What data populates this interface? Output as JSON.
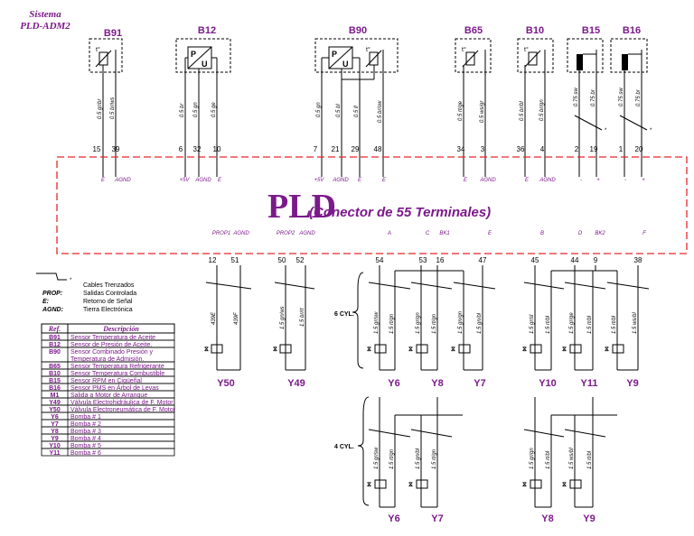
{
  "title": {
    "line1": "Sistema",
    "line2": "PLD-ADM2"
  },
  "components": [
    {
      "id": "B91",
      "pins": [
        {
          "no": "15",
          "wire": "0.5 gr/br",
          "sig": "E"
        },
        {
          "no": "39",
          "wire": "0.5 br/ws",
          "sig": "AGND"
        }
      ]
    },
    {
      "id": "B12",
      "pins": [
        {
          "no": "6",
          "wire": "0.5 br",
          "sig": "+5V"
        },
        {
          "no": "32",
          "wire": "0.5 gn",
          "sig": "AGND"
        },
        {
          "no": "10",
          "wire": "0.5 ge",
          "sig": "E"
        }
      ]
    },
    {
      "id": "B90",
      "pins": [
        {
          "no": "7",
          "wire": "0.5 gn",
          "sig": "+5V"
        },
        {
          "no": "21",
          "wire": "0.5 bl",
          "sig": "AGND"
        },
        {
          "no": "29",
          "wire": "0.5 ll",
          "sig": "E"
        },
        {
          "no": "48",
          "wire": "0.5 br/sw",
          "sig": "E"
        }
      ]
    },
    {
      "id": "B65",
      "pins": [
        {
          "no": "34",
          "wire": "0.5 rt/ge",
          "sig": "E"
        },
        {
          "no": "3",
          "wire": "0.5 ws/gr",
          "sig": "AGND"
        }
      ]
    },
    {
      "id": "B10",
      "pins": [
        {
          "no": "36",
          "wire": "0.5 br/bl",
          "sig": "E"
        },
        {
          "no": "4",
          "wire": "0.5 br/gn",
          "sig": "AGND"
        }
      ]
    },
    {
      "id": "B15",
      "pins": [
        {
          "no": "2",
          "wire": "0.75 sw",
          "sig": "-"
        },
        {
          "no": "19",
          "wire": "0.75 br",
          "sig": "+"
        }
      ]
    },
    {
      "id": "B16",
      "pins": [
        {
          "no": "1",
          "wire": "0.75 sw",
          "sig": "-"
        },
        {
          "no": "20",
          "wire": "0.75 br",
          "sig": "+"
        }
      ]
    }
  ],
  "connector": {
    "name": "PLD",
    "subtitle": "(Conector de 55 Terminales)"
  },
  "bottom_pins": [
    {
      "no": "12",
      "sig": "PROP1",
      "wire": "439E"
    },
    {
      "no": "51",
      "sig": "AGND",
      "wire": "439F"
    },
    {
      "no": "50",
      "sig": "PROP2",
      "wire": "1.5 gn/ws"
    },
    {
      "no": "52",
      "sig": "AGND",
      "wire": "1.5 br/rt"
    },
    {
      "no": "54",
      "sig": "A"
    },
    {
      "no": "53",
      "sig": "C"
    },
    {
      "no": "16",
      "sig": "BK1"
    },
    {
      "no": "47",
      "sig": "E"
    },
    {
      "no": "45",
      "sig": "B"
    },
    {
      "no": "44",
      "sig": "D"
    },
    {
      "no": "9",
      "sig": "BK2"
    },
    {
      "no": "38",
      "sig": "F"
    }
  ],
  "six_cyl": {
    "label": "6 CYL.",
    "wires": [
      "1.5 gr/sw",
      "1.5 rt/gn",
      "1.5 gr/gn",
      "1.5 rt/gn",
      "1.5 gn/gn",
      "1.5 gn/bl",
      "1.5 gr/sl",
      "1.5 rt/bl",
      "1.5 gr/ge",
      "1.5 rt/bl",
      "1.5 rt/bl",
      "1.5 ws/bl"
    ],
    "outputs": [
      "Y6",
      "Y8",
      "Y7",
      "Y10",
      "Y11",
      "Y9"
    ]
  },
  "four_cyl": {
    "label": "4 CYL.",
    "wires": [
      "1.5 gr/sw",
      "1.5 rt/gn",
      "1.5 gn/bl",
      "1.5 rt/gn",
      "1.5 gr/gn",
      "1.5 rt/bl",
      "1.5 ws/bl",
      "1.5 rt/bl"
    ],
    "outputs": [
      "Y6",
      "Y7",
      "Y8",
      "Y9"
    ]
  },
  "pump_outputs": [
    "Y50",
    "Y49"
  ],
  "legend": [
    {
      "key": "",
      "text": "Cables Trenzados"
    },
    {
      "key": "PROP:",
      "text": "Salidas Controlada"
    },
    {
      "key": "E:",
      "text": "Retorno de Señal"
    },
    {
      "key": "AGND:",
      "text": "Tierra  Electrónica"
    }
  ],
  "table": {
    "headers": [
      "Ref.",
      "Descripción"
    ],
    "rows": [
      [
        "B91",
        "Sensor Temperatura de Aceite"
      ],
      [
        "B12",
        "Sensor de Presión de Aceite."
      ],
      [
        "B90",
        "Sensor Combinado Presión y Temperatura de Admisión."
      ],
      [
        "B65",
        "Sensor Temperatura Refrigerante"
      ],
      [
        "B10",
        "Sensor Temperatura Combustible"
      ],
      [
        "B15",
        "Sensor RPM en Cigüeñal"
      ],
      [
        "B16",
        "Sensor PMS en Árbol de Levas"
      ],
      [
        "M1",
        "Salida a Motor de Arranque"
      ],
      [
        "Y49",
        "Válvula Electrohidráulica de F.  Motor"
      ],
      [
        "Y50",
        "Válvula Electroneumática de F.  Motor"
      ],
      [
        "Y6",
        "Bomba # 1"
      ],
      [
        "Y7",
        "Bomba # 2"
      ],
      [
        "Y8",
        "Bomba # 3"
      ],
      [
        "Y9",
        "Bomba # 4"
      ],
      [
        "Y10",
        "Bomba # 5"
      ],
      [
        "Y11",
        "Bomba # 6"
      ]
    ]
  },
  "colors": {
    "label": "#7b1a8a",
    "frame": "#e8262a",
    "wire": "#000000"
  }
}
